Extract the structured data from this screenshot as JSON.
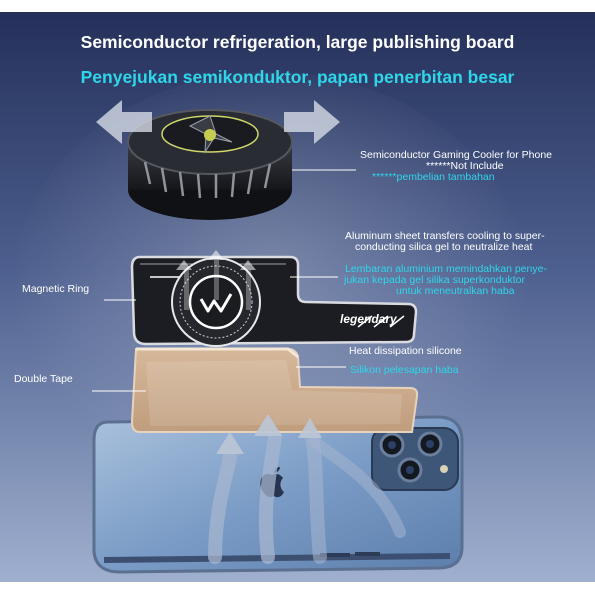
{
  "heading": {
    "title_en": "Semiconductor refrigeration, large publishing board",
    "title_id": "Penyejukan semikonduktor, papan penerbitan besar"
  },
  "callouts": {
    "cooler_en": "Semiconductor Gaming Cooler for Phone",
    "cooler_not_included": "******Not Include",
    "cooler_id": "******pembelian tambahan",
    "aluminum_en_1": "Aluminum sheet transfers cooling to super-",
    "aluminum_en_2": "conducting silica gel to neutralize heat",
    "aluminum_id_1": "Lembaran aluminium memindahkan penye-",
    "aluminum_id_2": "jukan kepada gel silika superkonduktor",
    "aluminum_id_3": "untuk meneutralkan haba",
    "magnetic_ring": "Magnetic Ring",
    "double_tape": "Double Tape",
    "silicone_en": "Heat dissipation silicone",
    "silicone_id": "Silikon pelesapan haba"
  },
  "plate_brand": "legendary",
  "colors": {
    "background_top": "#2d3e6e",
    "background_bottom": "#8c9fc4",
    "accent_cyan": "#2fd6ea",
    "text_white": "#ffffff",
    "plate": "#1c1d22",
    "silicone": "#c9a988",
    "phone_blue": "#7c9fc8"
  },
  "icons": {
    "arrows_left_right": "double-arrow-icon",
    "apple_logo": "apple-logo-icon",
    "heat_arrows": "heat-flow-arrows-icon"
  }
}
